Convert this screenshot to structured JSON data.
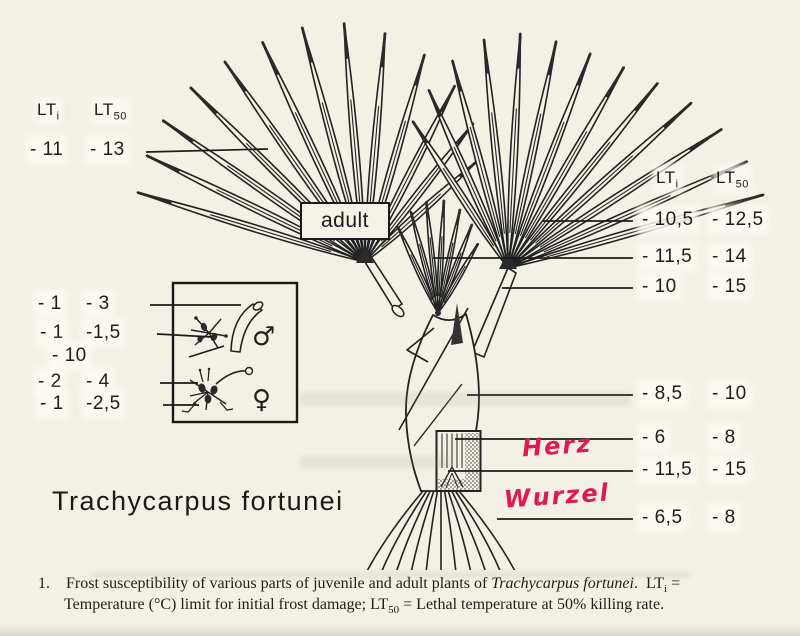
{
  "page": {
    "background": "#f3f0e5",
    "ink": "#1f1f1f",
    "annotation_color": "#e01a4e"
  },
  "figure": {
    "species_label": "Trachycarpus fortunei",
    "adult_tag": "adult",
    "annotations": {
      "heart": "Herz",
      "root": "Wurzel"
    },
    "symbols": {
      "male": "♂",
      "female": "♀"
    },
    "col_headers": {
      "lt": "LT",
      "sub_initial": "i",
      "sub_lethal": "50"
    },
    "adult_leaf": {
      "lti": "- 11",
      "lt50": "- 13"
    },
    "inflorescence": {
      "rows": [
        {
          "lti": "- 1",
          "lt50": "- 3"
        },
        {
          "lti": "- 1",
          "lt50": "-1,5"
        },
        {
          "lti": "- 10",
          "lt50": ""
        },
        {
          "lti": "- 2",
          "lt50": "- 4"
        },
        {
          "lti": "- 1",
          "lt50": "-2,5"
        }
      ]
    },
    "juvenile": {
      "rows": [
        {
          "lti": "- 10,5",
          "lt50": "- 12,5"
        },
        {
          "lti": "- 11,5",
          "lt50": "- 14"
        },
        {
          "lti": "- 10",
          "lt50": "- 15"
        },
        {
          "lti": "- 8,5",
          "lt50": "- 10"
        },
        {
          "lti": "- 6",
          "lt50": "- 8"
        },
        {
          "lti": "- 11,5",
          "lt50": "- 15"
        },
        {
          "lti": "- 6,5",
          "lt50": "- 8"
        }
      ]
    }
  },
  "caption": {
    "number": "1.",
    "line1_a": "Frost susceptibility of various parts of juvenile and adult plants of ",
    "line1_species": "Trachycarpus fortunei",
    "line1_b": ".  LT",
    "line1_sub": "i",
    "line1_c": " =",
    "line2_a": "Temperature (°C) limit for initial frost damage; LT",
    "line2_sub": "50",
    "line2_b": " = Lethal temperature at 50% killing rate."
  }
}
